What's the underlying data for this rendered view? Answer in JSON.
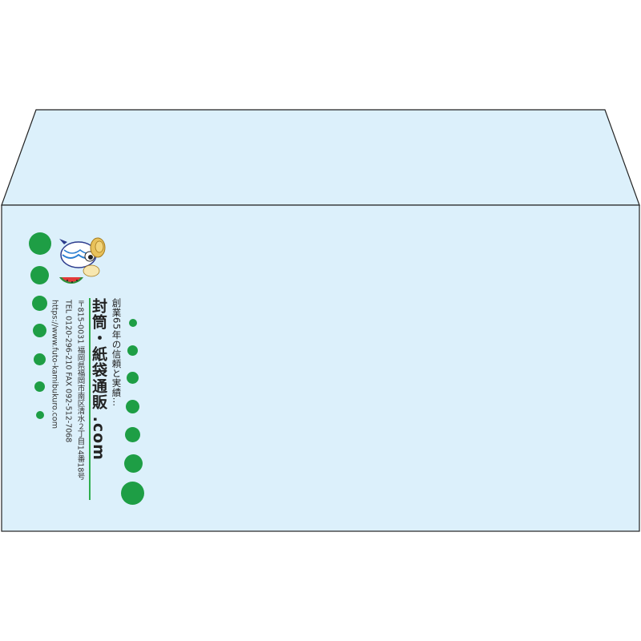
{
  "colors": {
    "envelope_body": "#dcf0fb",
    "envelope_outline": "#222222",
    "dot_green": "#1e9e45",
    "divider_green": "#2fae4e"
  },
  "company": {
    "tagline": "創業65年の信頼と実績…",
    "name": "封筒・紙袋通販 .com",
    "address": "〒815-0031 福岡県福岡市南区清水２丁目14番18号",
    "tel_fax": "TEL 0120-296-210 FAX 092-512-7068",
    "website": "https://www.futo-kamibukuro.com"
  },
  "mascot": {
    "icon": "mascot-character-with-straw-hat-and-watermelon"
  }
}
